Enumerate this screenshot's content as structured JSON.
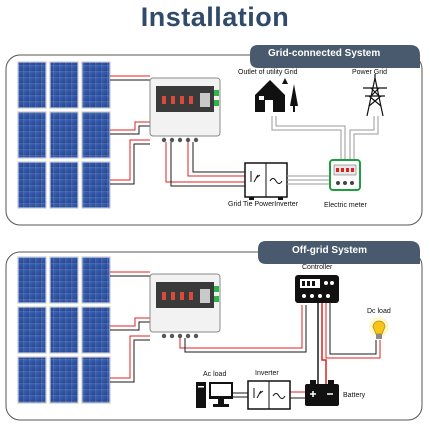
{
  "title": "Installation",
  "colors": {
    "title": "#2f4a6b",
    "header_tab": "#4a5a6e",
    "panel_blue": "#2b4f9e",
    "wire_red": "#e02020",
    "wire_black": "#1a1a1a"
  },
  "grid_system": {
    "header": "Grid-connected System",
    "labels": {
      "outlet": "Outlet of utility Grid",
      "power_grid": "Power Grid",
      "inverter": "Grid Tie PowerInverter",
      "meter": "Electric meter"
    },
    "icons": [
      "solar-panel-icon",
      "combiner-box-icon",
      "house-icon",
      "power-tower-icon",
      "grid-tie-inverter-icon",
      "electric-meter-icon"
    ]
  },
  "offgrid_system": {
    "header": "Off-grid System",
    "labels": {
      "controller": "Controller",
      "dc_load": "Dc load",
      "ac_load": "Ac load",
      "inverter": "Inverter",
      "battery": "Battery"
    },
    "icons": [
      "solar-panel-icon",
      "combiner-box-icon",
      "charge-controller-icon",
      "light-bulb-icon",
      "computer-icon",
      "inverter-icon",
      "battery-icon"
    ]
  }
}
